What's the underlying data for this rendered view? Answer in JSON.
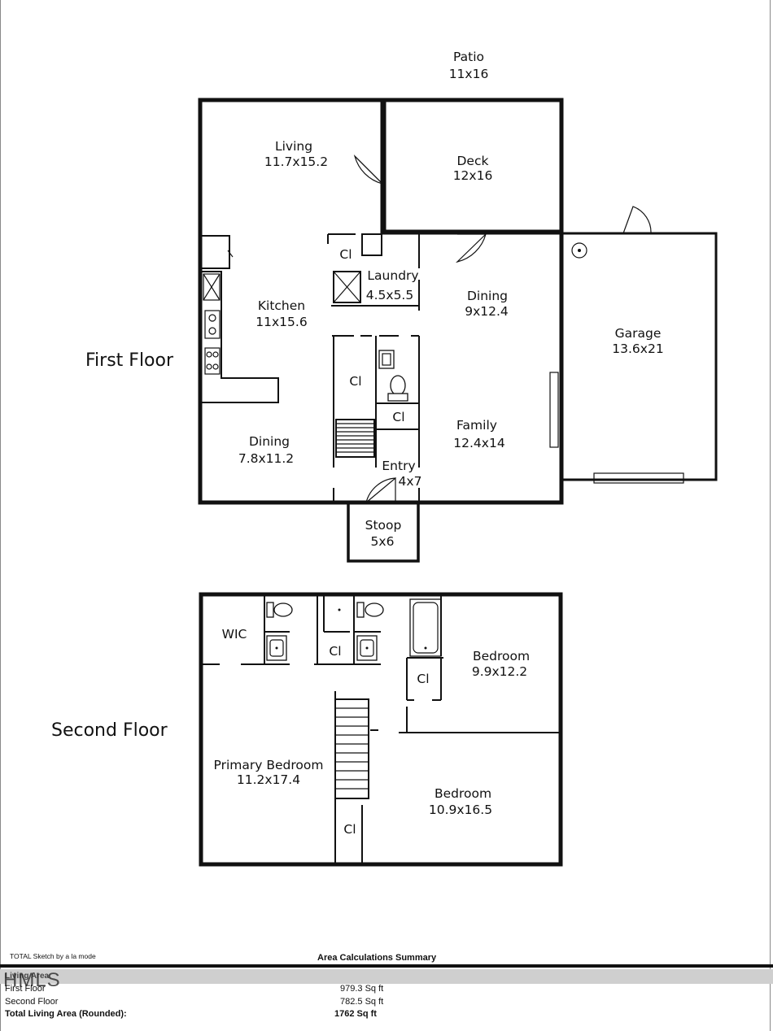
{
  "floors": {
    "first": "First Floor",
    "second": "Second Floor"
  },
  "rooms": {
    "patio": {
      "name": "Patio",
      "size": "11x16"
    },
    "living": {
      "name": "Living",
      "size": "11.7x15.2"
    },
    "deck": {
      "name": "Deck",
      "size": "12x16"
    },
    "laundry": {
      "name": "Laundry",
      "size": "4.5x5.5"
    },
    "kitchen": {
      "name": "Kitchen",
      "size": "11x15.6"
    },
    "dining_right": {
      "name": "Dining",
      "size": "9x12.4"
    },
    "garage": {
      "name": "Garage",
      "size": "13.6x21"
    },
    "family": {
      "name": "Family",
      "size": "12.4x14"
    },
    "dining_left": {
      "name": "Dining",
      "size": "7.8x11.2"
    },
    "entry": {
      "name": "Entry",
      "size": "4x7"
    },
    "stoop": {
      "name": "Stoop",
      "size": "5x6"
    },
    "wic": {
      "name": "WIC"
    },
    "bedroom_a": {
      "name": "Bedroom",
      "size": "9.9x12.2"
    },
    "primary": {
      "name": "Primary Bedroom",
      "size": "11.2x17.4"
    },
    "bedroom_b": {
      "name": "Bedroom",
      "size": "10.9x16.5"
    }
  },
  "closet_label": "Cl",
  "footer": {
    "software": "TOTAL Sketch by a la mode",
    "summary_title": "Area Calculations Summary",
    "header_label": "Living Area",
    "watermark": "HMLS",
    "rows": [
      {
        "label": "First Floor",
        "value": "979.3 Sq ft"
      },
      {
        "label": "Second Floor",
        "value": "782.5 Sq ft"
      }
    ],
    "total_label": "Total Living Area (Rounded):",
    "total_value": "1762 Sq ft"
  }
}
